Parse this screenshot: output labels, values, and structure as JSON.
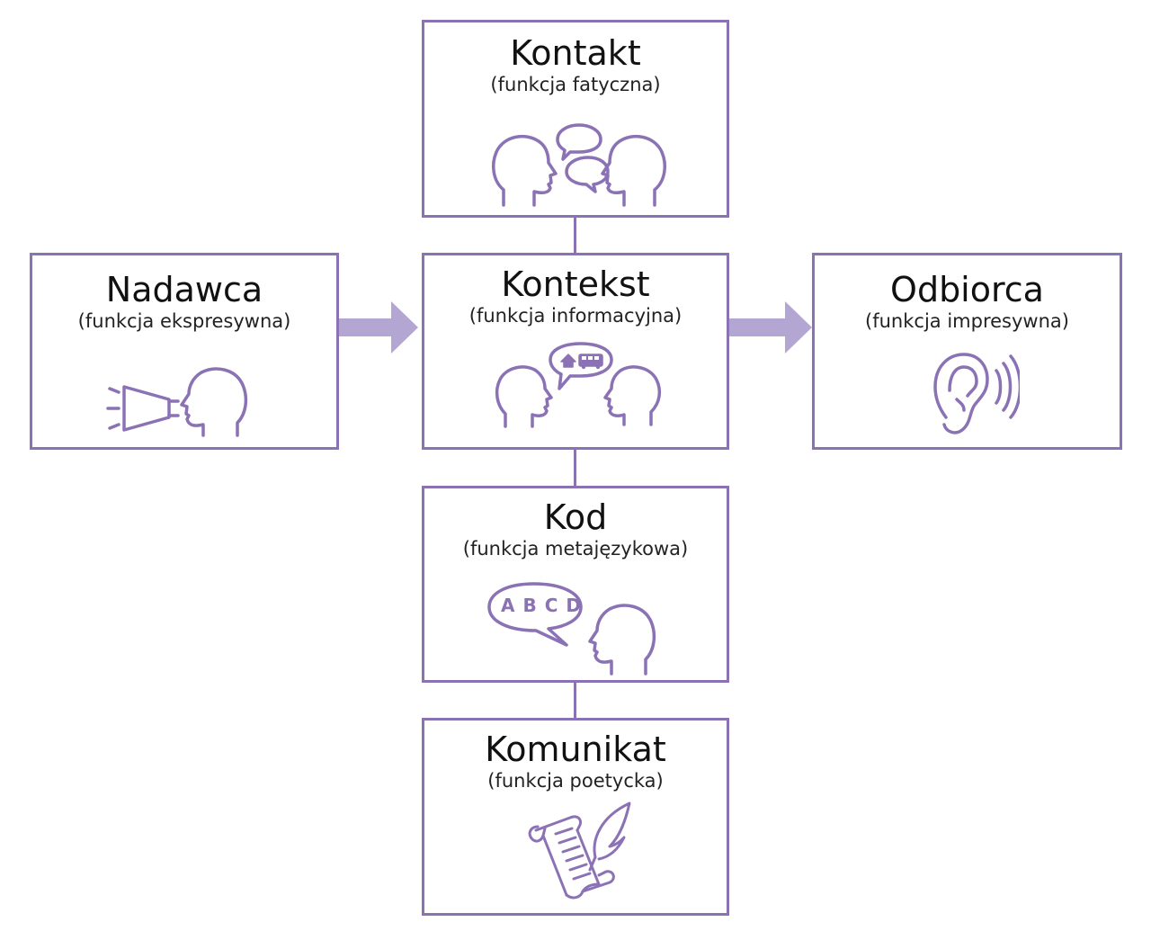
{
  "colors": {
    "accent": "#8a72b5",
    "arrow": "#b3a6d3"
  },
  "boxes": {
    "kontakt": {
      "title": "Kontakt",
      "subtitle": "(funkcja fatyczna)",
      "icon": "two-heads-talking-icon"
    },
    "kontekst": {
      "title": "Kontekst",
      "subtitle": "(funkcja informacyjna)",
      "icon": "two-heads-context-icon"
    },
    "nadawca": {
      "title": "Nadawca",
      "subtitle": "(funkcja ekspresywna)",
      "icon": "megaphone-head-icon"
    },
    "odbiorca": {
      "title": "Odbiorca",
      "subtitle": "(funkcja impresywna)",
      "icon": "ear-icon"
    },
    "kod": {
      "title": "Kod",
      "subtitle": "(funkcja metajęzykowa)",
      "icon": "abcd-speech-icon",
      "bubble_text": "A B C D"
    },
    "komunikat": {
      "title": "Komunikat",
      "subtitle": "(funkcja poetycka)",
      "icon": "scroll-quill-icon"
    }
  }
}
